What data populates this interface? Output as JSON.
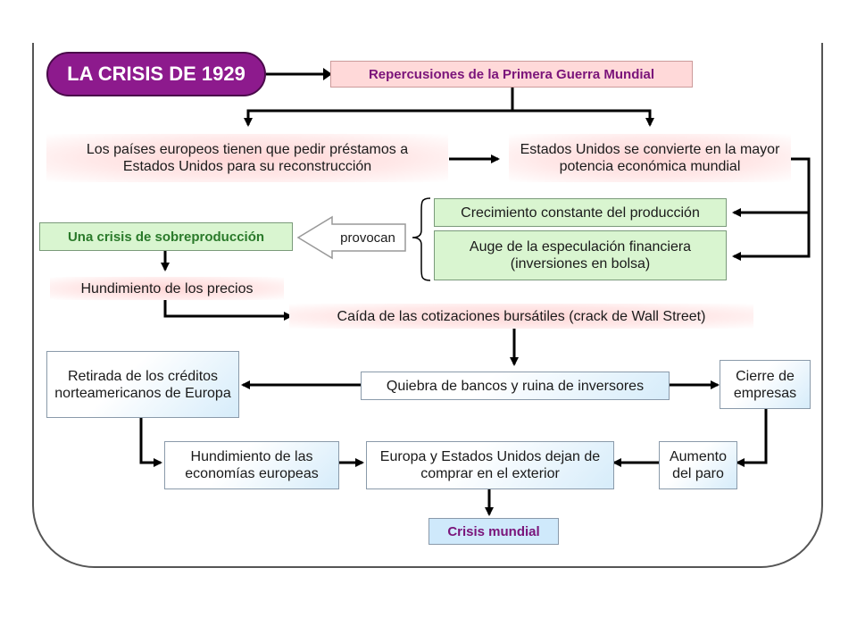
{
  "title": "LA CRISIS DE 1929",
  "nodes": {
    "repercusiones": "Repercusiones de la Primera Guerra Mundial",
    "paises_europeos": "Los países europeos tienen que pedir préstamos a Estados Unidos para su reconstrucción",
    "estados_unidos": "Estados Unidos se convierte en la mayor potencia económica mundial",
    "crecimiento": "Crecimiento constante del producción",
    "auge": "Auge de la especulación financiera (inversiones en bolsa)",
    "provocan": "provocan",
    "sobreproduccion": "Una crisis de sobreproducción",
    "hundimiento_precios": "Hundimiento de los precios",
    "caida": "Caída de las cotizaciones bursátiles (crack de Wall Street)",
    "retirada": "Retirada de los créditos norteamericanos de Europa",
    "quiebra": "Quiebra de bancos y ruina de inversores",
    "cierre": "Cierre de empresas",
    "hundimiento_economias": "Hundimiento de las economías europeas",
    "europa_eeuu": "Europa y Estados Unidos dejan de comprar en el exterior",
    "aumento": "Aumento del paro",
    "crisis_mundial": "Crisis mundial"
  },
  "colors": {
    "title_bg": "#8d1a8d",
    "pink": "#ffd9d9",
    "green": "#d9f5d0",
    "blue": "#cfe9fb",
    "highlight_text_green": "#2a7a2a",
    "highlight_text_purple": "#7a147a"
  }
}
